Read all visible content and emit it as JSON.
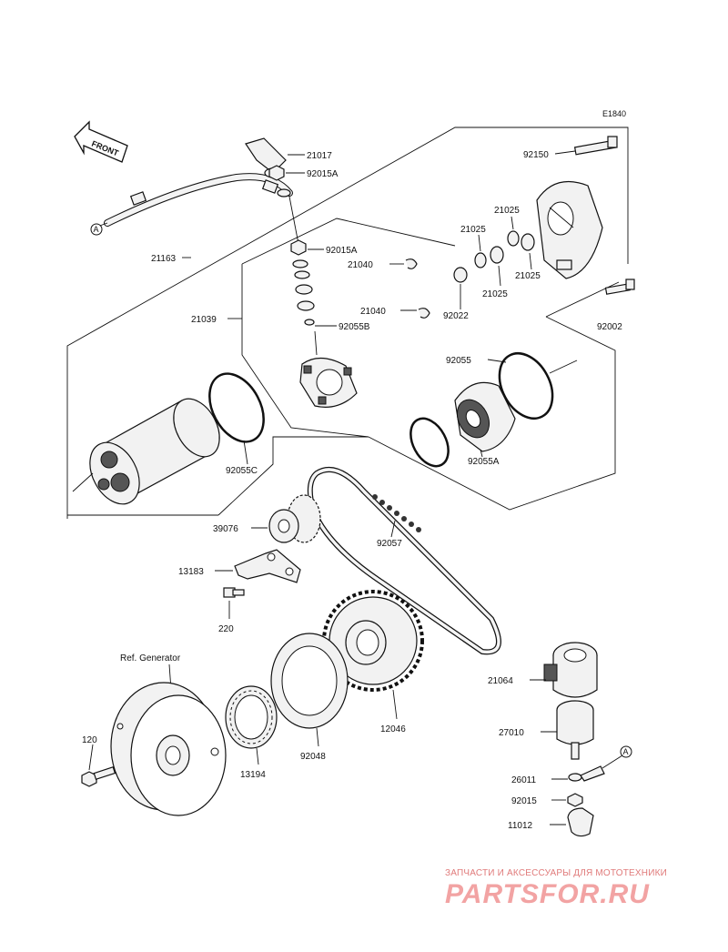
{
  "diagram_code": "E1840",
  "front_label": "FRONT",
  "ref_generator": "Ref. Generator",
  "callout_a": "A",
  "parts": {
    "p21017": "21017",
    "p92015A_top": "92015A",
    "p21163": "21163",
    "p92015A": "92015A",
    "p21040_a": "21040",
    "p21040_b": "21040",
    "p21039": "21039",
    "p92055B": "92055B",
    "p92150": "92150",
    "p21025_a": "21025",
    "p21025_b": "21025",
    "p21025_c": "21025",
    "p21025_d": "21025",
    "p92022": "92022",
    "p92002": "92002",
    "p92055": "92055",
    "p92055A": "92055A",
    "p92055C": "92055C",
    "p39076": "39076",
    "p92057": "92057",
    "p13183": "13183",
    "p220": "220",
    "p12046": "12046",
    "p92048": "92048",
    "p13194": "13194",
    "p120": "120",
    "p21064": "21064",
    "p27010": "27010",
    "p26011": "26011",
    "p92015": "92015",
    "p11012": "11012"
  },
  "watermark": {
    "line1": "ЗАПЧАСТИ И АКСЕССУАРЫ ДЛЯ МОТОТЕХНИКИ",
    "line2": "PARTSFOR.RU"
  }
}
